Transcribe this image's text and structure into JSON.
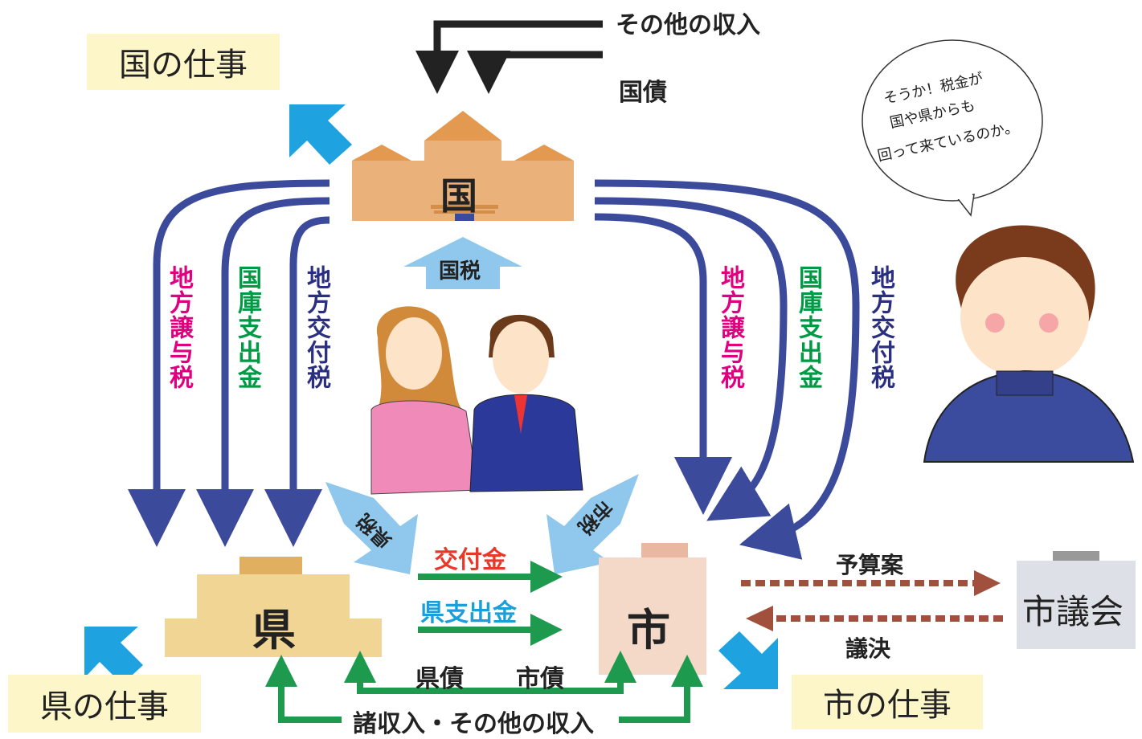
{
  "top": {
    "other_income": "その他の収入",
    "national_bond": "国債"
  },
  "work_labels": {
    "national": "国の仕事",
    "prefecture": "県の仕事",
    "city": "市の仕事"
  },
  "buildings": {
    "national": "国",
    "prefecture": "県",
    "city": "市",
    "council": "市議会"
  },
  "taxes": {
    "national_tax": "国税",
    "prefectural_tax": "県税",
    "city_tax": "市税"
  },
  "left_flows": [
    "地方譲与税",
    "国庫支出金",
    "地方交付税"
  ],
  "right_flows": [
    "地方譲与税",
    "国庫支出金",
    "地方交付税"
  ],
  "mid": {
    "grant": "交付金",
    "pref_subsidy": "県支出金",
    "pref_bond": "県債",
    "city_bond": "市債",
    "misc_income": "諸収入・その他の収入"
  },
  "council_flow": {
    "budget": "予算案",
    "resolution": "議決"
  },
  "speech": {
    "line1": "そうか！税金が",
    "line2": "国や県からも",
    "line3": "回って来ているのか。"
  },
  "colors": {
    "navy_arrow": "#3b4a9a",
    "green_arrow": "#1e9a4f",
    "light_blue_arrow": "#8fc8ec",
    "cyan_arrow": "#1ea3e0",
    "magenta_text": "#e0007f",
    "green_text": "#009944",
    "navy_text": "#2a2f7f",
    "brown_dotted": "#a0503c",
    "grant_red": "#e8382a",
    "subsidy_blue": "#1a9fd8"
  }
}
